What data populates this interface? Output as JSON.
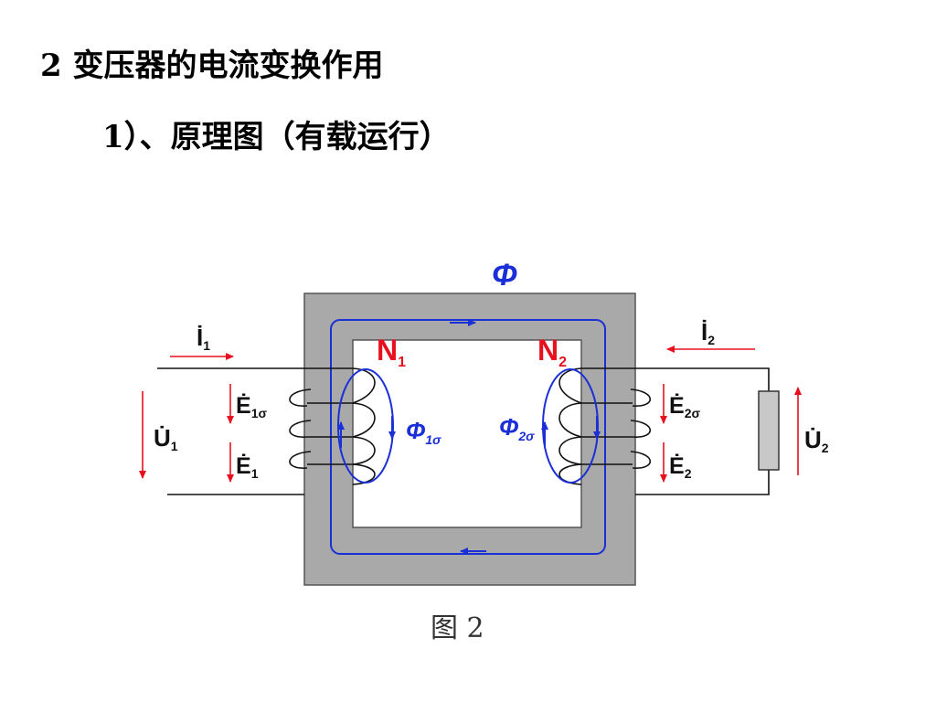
{
  "slide": {
    "heading1": "2 变压器的电流变换作用",
    "heading2": "1）、原理图（有载运行）"
  },
  "diagram": {
    "flux_main": "Φ",
    "winding1": {
      "letter": "N",
      "sub": "1"
    },
    "winding2": {
      "letter": "N",
      "sub": "2"
    },
    "current1": {
      "letter": "İ",
      "sub": "1"
    },
    "current2": {
      "letter": "İ",
      "sub": "2"
    },
    "voltage1": {
      "letter": "U̇",
      "sub": "1"
    },
    "voltage2": {
      "letter": "U̇",
      "sub": "2"
    },
    "emf1_leak": {
      "letter": "Ė",
      "sub": "1σ"
    },
    "emf1": {
      "letter": "Ė",
      "sub": "1"
    },
    "emf2_leak": {
      "letter": "Ė",
      "sub": "2σ"
    },
    "emf2": {
      "letter": "Ė",
      "sub": "2"
    },
    "leak_flux1": {
      "letter": "Φ",
      "sub": "1σ"
    },
    "leak_flux2": {
      "letter": "Φ",
      "sub": "2σ"
    },
    "caption": "图 2",
    "colors": {
      "core": "#a9a9a9",
      "flux": "#1a2fd6",
      "arrows": "#e8101e",
      "wire": "#111111"
    }
  }
}
